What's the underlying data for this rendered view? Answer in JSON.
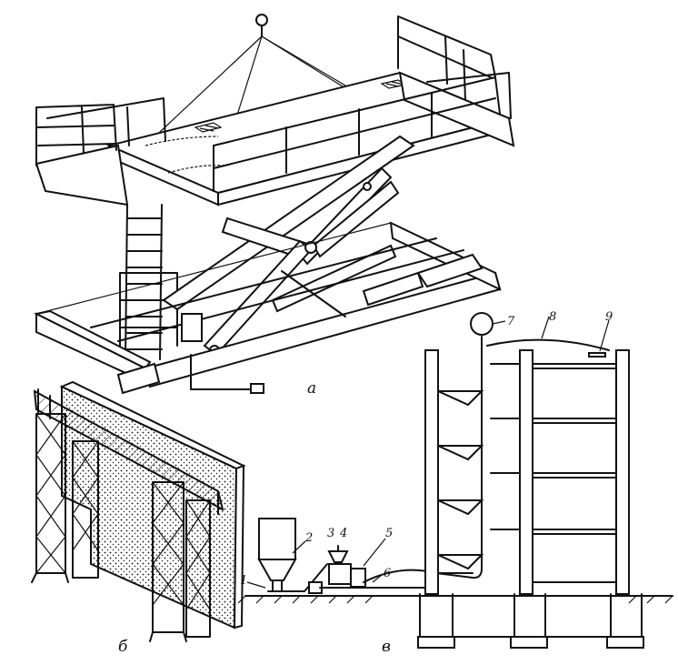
{
  "panels": {
    "a": "а",
    "b": "б",
    "c": "в"
  },
  "callouts": [
    "1",
    "2",
    "3",
    "4",
    "5",
    "6",
    "7",
    "8",
    "9"
  ],
  "colors": {
    "ink": "#111111",
    "paper": "#ffffff"
  }
}
